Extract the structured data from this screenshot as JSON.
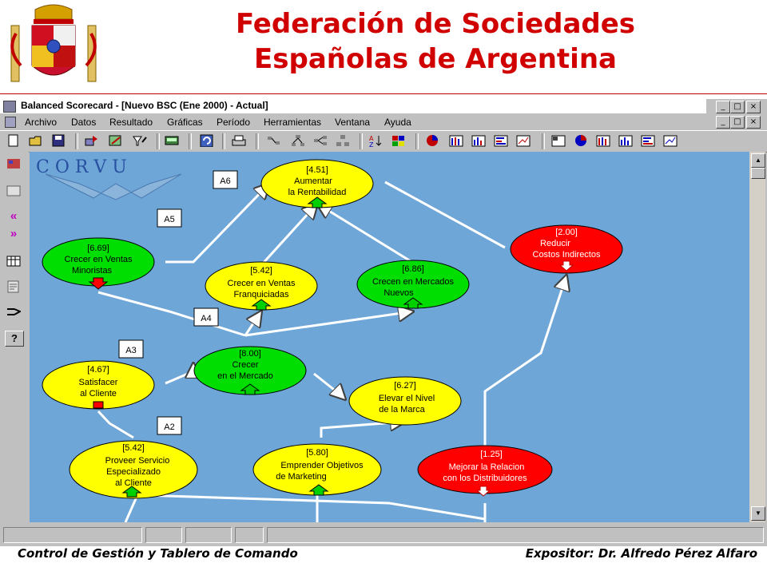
{
  "header": {
    "title_line1": "Federación de Sociedades",
    "title_line2": "Españolas de Argentina"
  },
  "window": {
    "title": "Balanced Scorecard - [Nuevo BSC (Ene 2000) - Actual]",
    "controls": [
      "_",
      "□",
      "×"
    ]
  },
  "menu": [
    "Archivo",
    "Datos",
    "Resultado",
    "Gráficas",
    "Período",
    "Herramientas",
    "Ventana",
    "Ayuda"
  ],
  "logo": {
    "text": "C O R V U"
  },
  "nodes": [
    {
      "value": "[4.51]",
      "label1": "Aumentar",
      "label2": "la Rentabilidad",
      "label3": ""
    },
    {
      "value": "[6.69]",
      "label1": "Crecer en Ventas",
      "label2": "Minoristas",
      "label3": ""
    },
    {
      "value": "[5.42]",
      "label1": "Crecer en Ventas",
      "label2": "Franquiciadas",
      "label3": ""
    },
    {
      "value": "[6.86]",
      "label1": "Crecen en Mercados",
      "label2": "Nuevos",
      "label3": ""
    },
    {
      "value": "[2.00]",
      "label1": "Reducir",
      "label2": "Costos Indirectos",
      "label3": ""
    },
    {
      "value": "[8.00]",
      "label1": "Crecer",
      "label2": "en el Mercado",
      "label3": ""
    },
    {
      "value": "[4.67]",
      "label1": "Satisfacer",
      "label2": "al Cliente",
      "label3": ""
    },
    {
      "value": "[6.27]",
      "label1": "Elevar el Nivel",
      "label2": "de la Marca",
      "label3": ""
    },
    {
      "value": "[5.42]",
      "label1": "Proveer Servicio",
      "label2": "Especializado",
      "label3": "al Cliente"
    },
    {
      "value": "[5.80]",
      "label1": "Emprender Objetivos",
      "label2": "de Marketing",
      "label3": ""
    },
    {
      "value": "[1.25]",
      "label1": "Mejorar la Relacion",
      "label2": "con los Distribuidores",
      "label3": ""
    }
  ],
  "tags": [
    "A6",
    "A5",
    "A4",
    "A3",
    "A2"
  ],
  "colors": {
    "green": "#00dd00",
    "yellow": "#ffff00",
    "red": "#ff0000",
    "canvas": "#6fa6d8",
    "title_red": "#d10000"
  },
  "footer": {
    "left": "Control de Gestión y Tablero de Comando",
    "right": "Expositor: Dr. Alfredo Pérez Alfaro"
  }
}
